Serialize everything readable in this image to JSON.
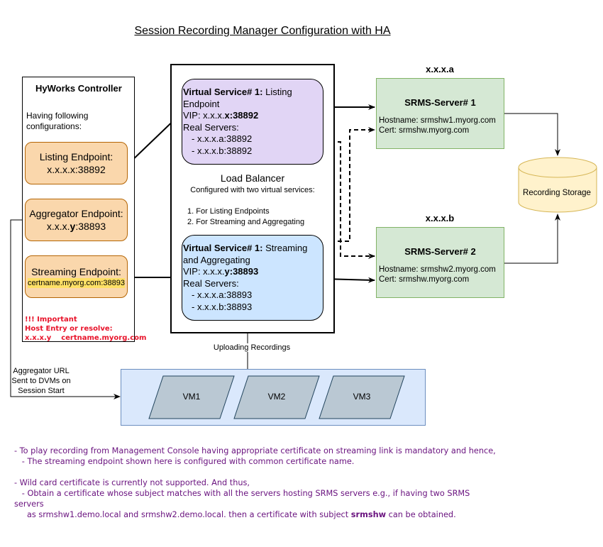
{
  "title": "Session Recording Manager Configuration with HA",
  "controller": {
    "title": "HyWorks Controller",
    "subtitle": "Having following configurations:",
    "endpoints": [
      {
        "label": "Listing Endpoint:",
        "value": "x.x.x.x:38892"
      },
      {
        "label": "Aggregator Endpoint:",
        "value_prefix": "x.x.x.",
        "value_bold": "y",
        "value_suffix": ":38893"
      },
      {
        "label": "Streaming Endpoint:",
        "value": "certname.myorg.com:38893"
      }
    ],
    "important": {
      "line1": "!!! Important",
      "line2": "Host Entry or resolve:",
      "line3_ip": "x.x.x.y",
      "line3_host": "certname.myorg.com"
    }
  },
  "load_balancer": {
    "title": "Load Balancer",
    "subtitle": "Configured with two virtual services:",
    "list": [
      "1. For Listing Endpoints",
      "2. For Streaming and Aggregating"
    ],
    "virtual_services": [
      {
        "heading_bold": "Virtual Service# 1:",
        "heading_rest": " Listing Endpoint",
        "vip_label": "VIP: x.x.x.",
        "vip_bold": "x:38892",
        "real_servers_label": "Real Servers:",
        "real_servers": [
          "- x.x.x.a:38892",
          "- x.x.x.b:38892"
        ]
      },
      {
        "heading_bold": "Virtual Service# 1:",
        "heading_rest": " Streaming and Aggregating",
        "vip_label": "VIP: x.x.x.",
        "vip_bold": "y:38893",
        "real_servers_label": "Real Servers:",
        "real_servers": [
          "- x.x.x.a:38893",
          "- x.x.x.b:38893"
        ]
      }
    ]
  },
  "servers": [
    {
      "ip": "x.x.x.a",
      "name": "SRMS-Server# 1",
      "hostname": "Hostname: srmshw1.myorg.com",
      "cert": "Cert: srmshw.myorg.com"
    },
    {
      "ip": "x.x.x.b",
      "name": "SRMS-Server# 2",
      "hostname": "Hostname: srmshw2.myorg.com",
      "cert": "Cert: srmshw.myorg.com"
    }
  ],
  "storage": {
    "label": "Recording Storage"
  },
  "uploading_label": "Uploading Recordings",
  "aggregator_label": "Aggregator URL Sent to DVMs on Session Start",
  "vms": [
    "VM1",
    "VM2",
    "VM3"
  ],
  "notes": {
    "line1": "- To play recording from Management Console having appropriate certificate on streaming link is mandatory and hence,",
    "line2": "   - The streaming endpoint shown here is configured with common certificate name.",
    "line3": "- Wild card certificate is currently not supported. And thus,",
    "line4": "   - Obtain a certificate whose subject matches with all the servers hosting SRMS servers e.g., if having two SRMS",
    "line5": "servers",
    "line6_pre": "     as srmshw1.demo.local and srmshw2.demo.local. then a certificate with subject ",
    "line6_bold": "srmshw",
    "line6_post": " can be obtained."
  },
  "colors": {
    "endpoint_fill": "#fad7ac",
    "vs1_fill": "#e1d5f5",
    "vs2_fill": "#cce5ff",
    "server_fill": "#d5e8d4",
    "storage_fill": "#fff2cc",
    "vm_group_fill": "#dae8fc",
    "vm_fill": "#bac8d3",
    "important_text": "#e8132a",
    "notes_text": "#6b1580"
  }
}
